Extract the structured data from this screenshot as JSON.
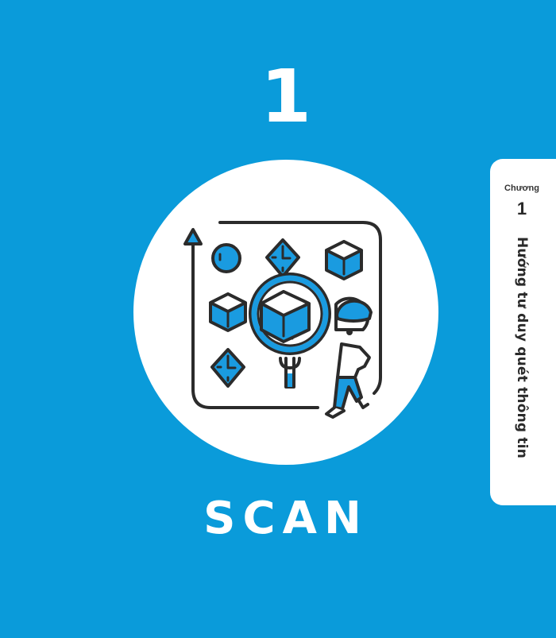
{
  "page": {
    "chapter_number": "1",
    "title": "SCAN",
    "background_color": "#0a9bda",
    "accent_color": "#1a9be0",
    "line_color": "#2b2b2b"
  },
  "side_tab": {
    "label": "Chương",
    "number": "1",
    "title": "Hướng tư duy quét thông tin"
  },
  "illustration": {
    "icon": "magnifying-glass-scan-shapes-icon",
    "description": "Person holding a magnifying glass over a cube among shapes: sphere, octahedrons, cubes, with an upward arrow frame"
  }
}
